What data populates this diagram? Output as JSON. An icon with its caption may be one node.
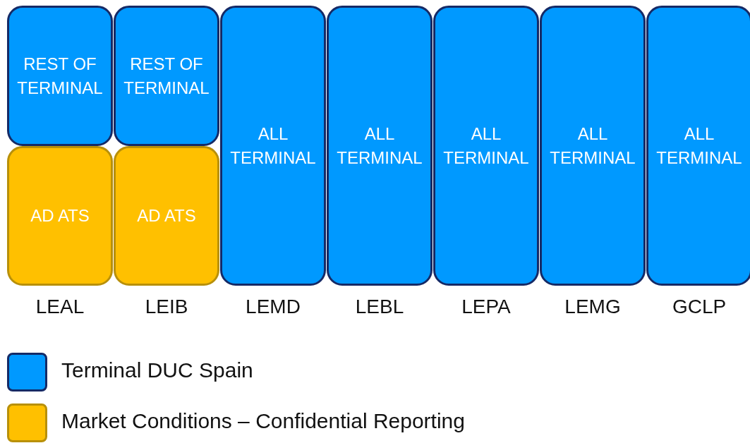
{
  "diagram": {
    "nodes": [
      {
        "text": [
          "REST OF TERMINAL"
        ]
      },
      {
        "text": [
          "AD ATS"
        ],
        "beside": [
          "LEAL"
        ]
      },
      {
        "text": [
          "REST OF TERMINAL"
        ]
      },
      {
        "text": [
          "AD ATS"
        ],
        "beside": [
          "LEIB"
        ]
      },
      {
        "text": [
          "ALL TERMINAL"
        ],
        "beside": [
          "LEMD"
        ]
      },
      {
        "text": [
          "ALL TERMINAL"
        ],
        "beside": [
          "LEBL"
        ]
      },
      {
        "text": [
          "ALL TERMINAL"
        ],
        "beside": [
          "LEPA"
        ]
      },
      {
        "text": [
          "ALL TERMINAL"
        ],
        "beside": [
          "LEMG"
        ]
      },
      {
        "text": [
          "ALL TERMINAL"
        ],
        "beside": [
          "GCLP"
        ]
      }
    ],
    "edges": [],
    "legend": [
      {
        "text": "Terminal DUC Spain",
        "color": "#0099ff"
      },
      {
        "text": "Market Conditions – Confidential Reporting",
        "color": "#ffc000"
      }
    ]
  }
}
